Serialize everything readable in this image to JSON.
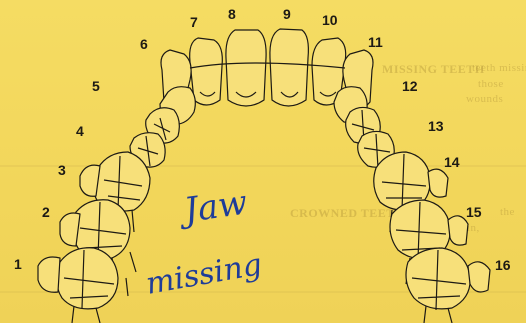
{
  "background_text": {
    "missing_heading": "MISSING TEETH",
    "missing_line1": "teeth missing",
    "missing_line2": "those",
    "missing_line3": "wounds",
    "crowns_heading": "CROWNED TEETH",
    "crowns_line1": "the",
    "crowns_line2": "plain,"
  },
  "tooth_numbers": [
    "1",
    "2",
    "3",
    "4",
    "5",
    "6",
    "7",
    "8",
    "9",
    "10",
    "11",
    "12",
    "13",
    "14",
    "15",
    "16"
  ],
  "annotation": {
    "line1": "Jaw",
    "line2": "missing"
  },
  "colors": {
    "paper": "#f3d85a",
    "ink_blue": "#1e3c99",
    "line": "#1d1a14"
  }
}
